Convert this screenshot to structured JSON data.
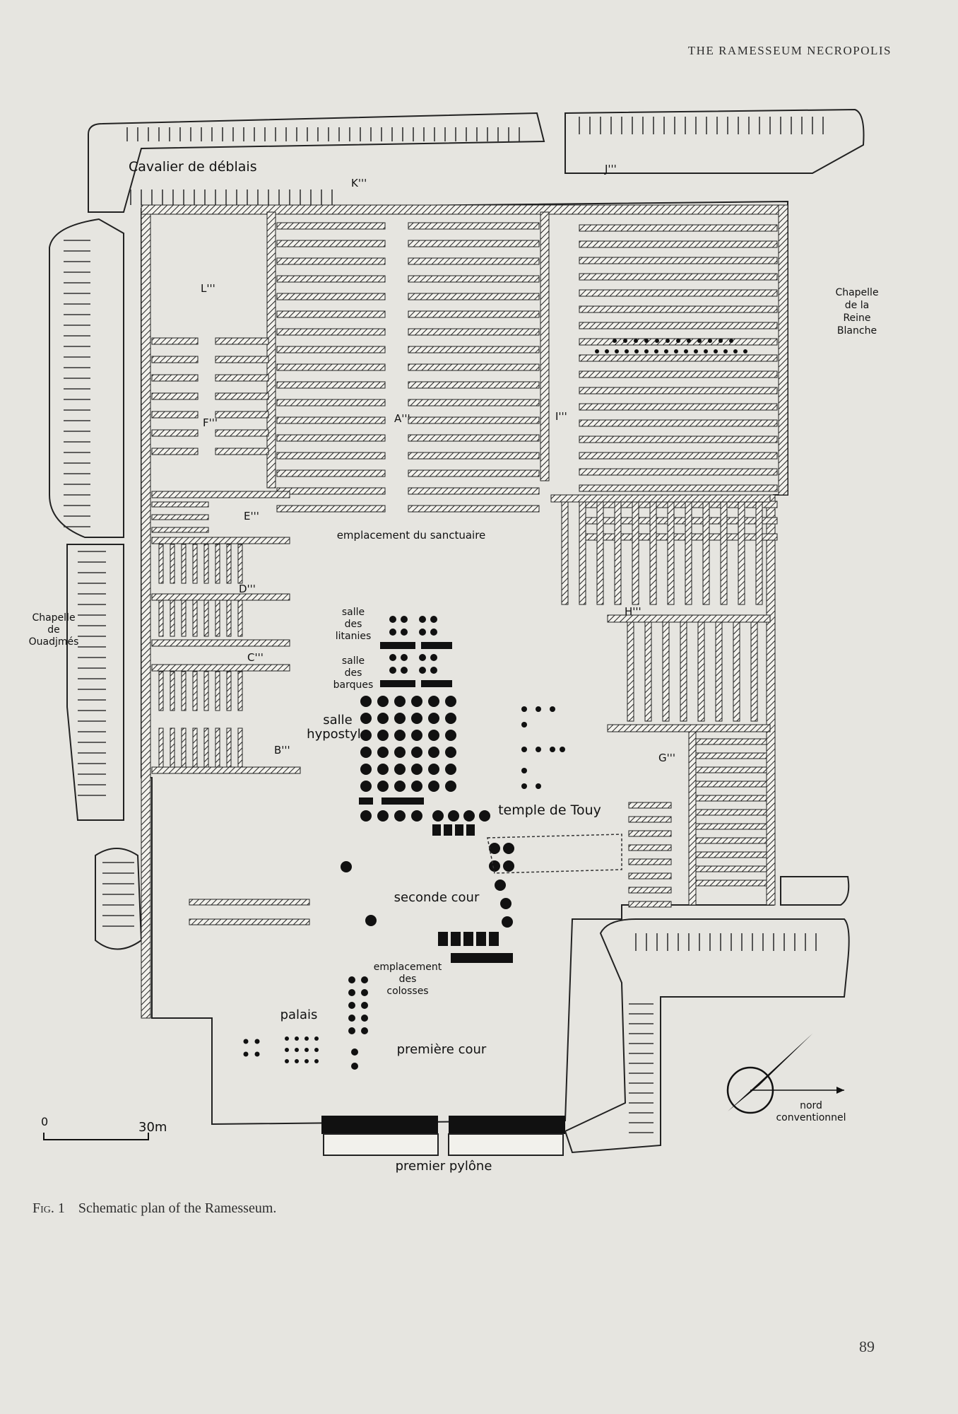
{
  "running_header": "THE RAMESSEUM NECROPOLIS",
  "plan": {
    "labels": {
      "cavalier": "Cavalier de déblais",
      "reine_blanche": [
        "Chapelle",
        "de la",
        "Reine",
        "Blanche"
      ],
      "ouadjmes": [
        "Chapelle",
        "de",
        "Ouadjmés"
      ],
      "sanctuaire": "emplacement du sanctuaire",
      "litanies": [
        "salle",
        "des",
        "litanies"
      ],
      "barques": [
        "salle",
        "des",
        "barques"
      ],
      "hypostyle": [
        "salle",
        "hypostyle"
      ],
      "touy": "temple de Touy",
      "seconde_cour": "seconde cour",
      "colosses": [
        "emplacement",
        "des",
        "colosses"
      ],
      "palais": "palais",
      "premiere_cour": "première cour",
      "premier_pylone": "premier pylône",
      "nord": [
        "nord",
        "conventionnel"
      ]
    },
    "letters": {
      "A": "A'''",
      "B": "B'''",
      "C": "C'''",
      "D": "D'''",
      "E": "E'''",
      "F": "F'''",
      "G": "G'''",
      "H": "H'''",
      "I": "I'''",
      "J": "J'''",
      "K": "K'''",
      "L": "L'''"
    },
    "scale": {
      "zero": "0",
      "length": "30m"
    }
  },
  "caption": {
    "figure": "Fig. 1",
    "text": "Schematic plan of the Ramesseum."
  },
  "page_number": "89"
}
